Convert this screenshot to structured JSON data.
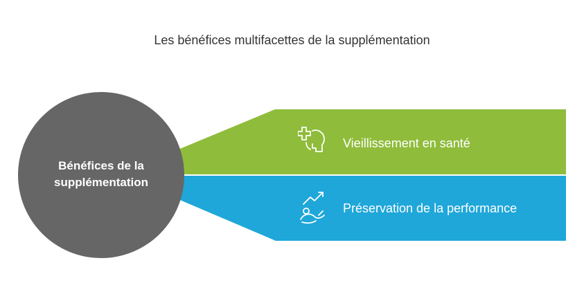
{
  "title": "Les bénéfices multifacettes de la supplémentation",
  "center": {
    "line1": "Bénéfices de la",
    "line2": "supplémentation",
    "color": "#666666"
  },
  "branches": [
    {
      "label": "Vieillissement en santé",
      "icon": "head-medical-cross-icon",
      "color": "#8fbc3b"
    },
    {
      "label": "Préservation de la performance",
      "icon": "trend-chart-person-icon",
      "color": "#1fa7d9"
    }
  ]
}
